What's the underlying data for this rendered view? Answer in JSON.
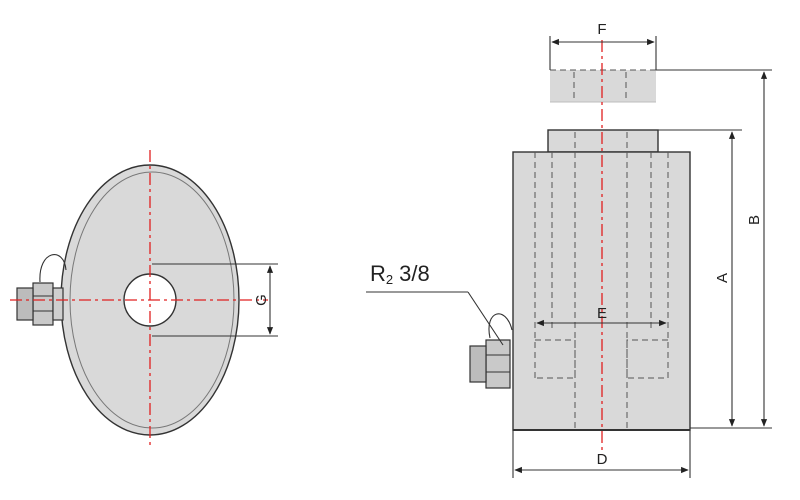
{
  "diagram": {
    "labels": {
      "F": "F",
      "B": "B",
      "A": "A",
      "E": "E",
      "D": "D",
      "G": "G",
      "port": "R",
      "port_sub": "2",
      "port_size": "3/8"
    },
    "colors": {
      "center_line": "#e02020",
      "body_fill": "#d9d9d9",
      "outline": "#333333"
    }
  }
}
